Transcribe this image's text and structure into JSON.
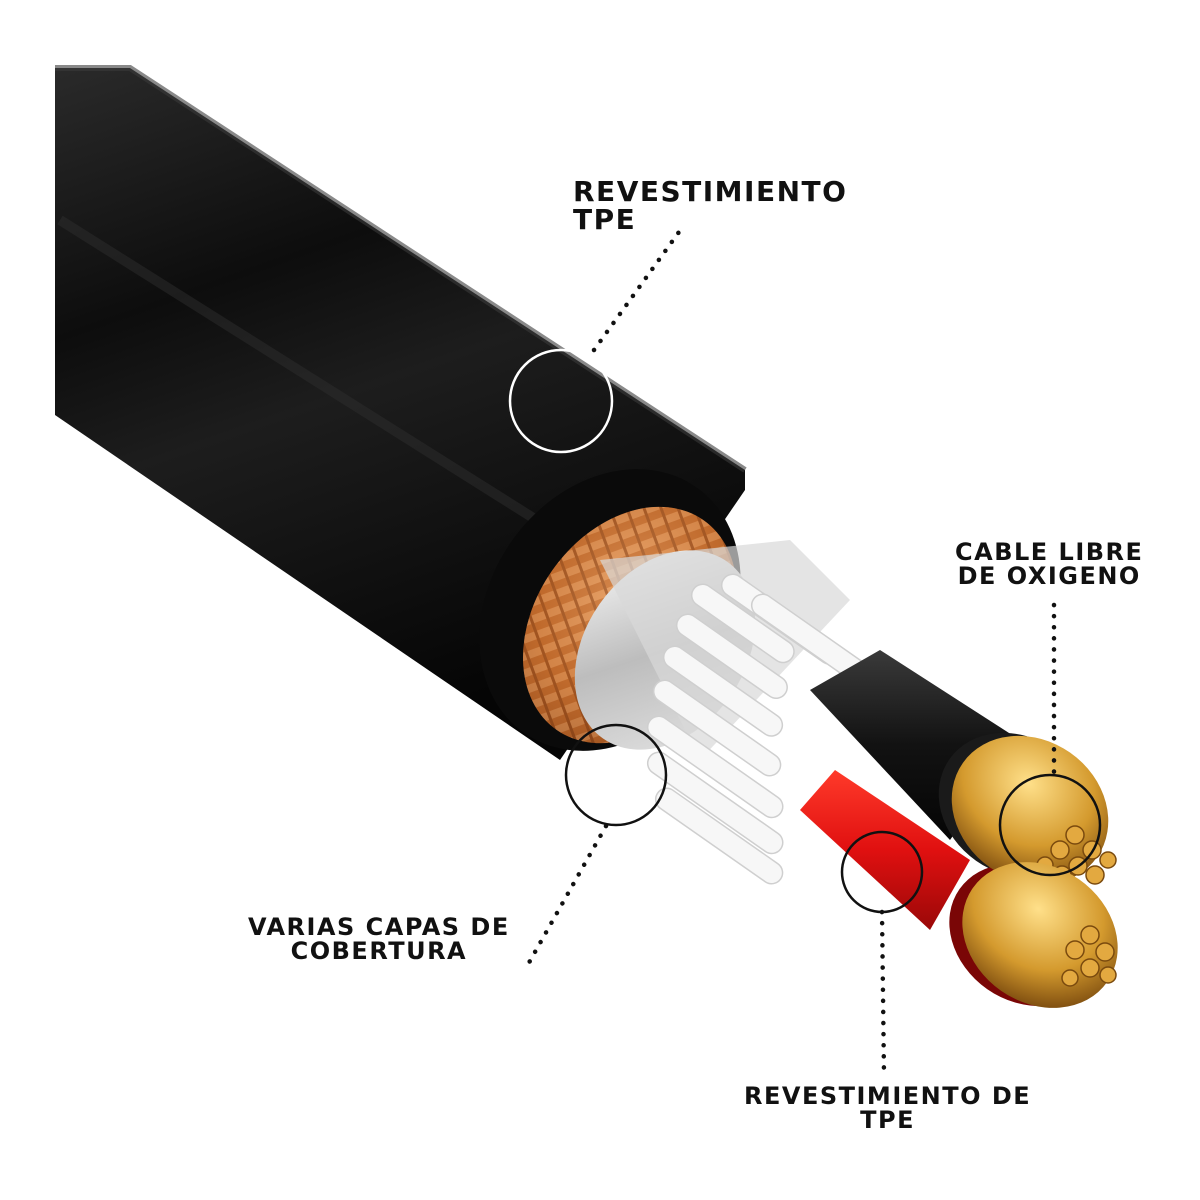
{
  "callouts": {
    "outer_jacket": {
      "line1": "REVESTIMIENTO",
      "line2": "TPE"
    },
    "oxygen_free": {
      "line1": "CABLE LIBRE",
      "line2": "DE OXIGENO"
    },
    "shield_layers": {
      "line1": "VARIAS CAPAS DE",
      "line2": "COBERTURA"
    },
    "inner_insulation": {
      "line1": "REVESTIMIENTO DE",
      "line2": "TPE"
    }
  },
  "colors": {
    "background": "#ffffff",
    "jacket": "#101010",
    "copper_braid": "#c8763c",
    "foil": "#c9c9c9",
    "filler": "#f2f2f2",
    "red_insulation": "#e01010",
    "black_insulation": "#151515",
    "conductor": "#d49a2e",
    "callout_line": "#111111",
    "label_text": "#111111"
  }
}
